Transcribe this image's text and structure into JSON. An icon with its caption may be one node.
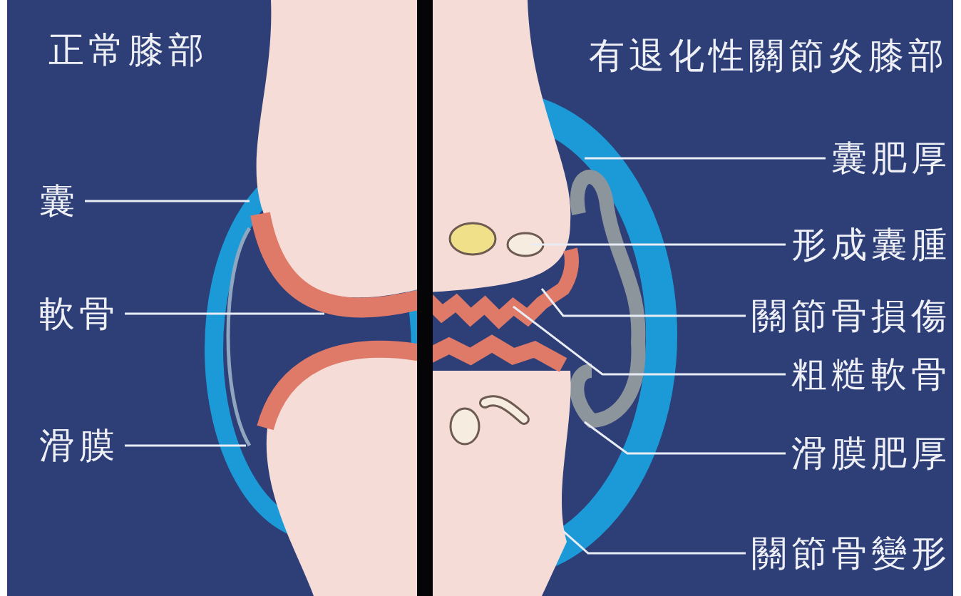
{
  "diagram": {
    "nodes": [
      {
        "text": [
          "囊"
        ]
      },
      {
        "text": [
          "軟骨"
        ]
      },
      {
        "text": [
          "滑膜"
        ]
      },
      {
        "text": [
          "囊肥厚"
        ]
      },
      {
        "text": [
          "形成囊腫"
        ]
      },
      {
        "text": [
          "關節骨損傷"
        ]
      },
      {
        "text": [
          "粗糙軟骨"
        ]
      },
      {
        "text": [
          "滑膜肥厚"
        ]
      },
      {
        "text": [
          "關節骨變形"
        ]
      }
    ],
    "edges": [
      {
        "from": 0,
        "to": null,
        "arrow": "none"
      },
      {
        "from": 1,
        "to": null,
        "arrow": "none"
      },
      {
        "from": 2,
        "to": null,
        "arrow": "none"
      },
      {
        "from": 3,
        "to": null,
        "arrow": "none"
      },
      {
        "from": 4,
        "to": null,
        "arrow": "none"
      },
      {
        "from": 5,
        "to": null,
        "arrow": "none"
      },
      {
        "from": 6,
        "to": null,
        "arrow": "none"
      },
      {
        "from": 7,
        "to": null,
        "arrow": "none"
      },
      {
        "from": 8,
        "to": null,
        "arrow": "none"
      }
    ],
    "labels": [
      "正常膝部",
      "有退化性關節炎膝部"
    ]
  }
}
